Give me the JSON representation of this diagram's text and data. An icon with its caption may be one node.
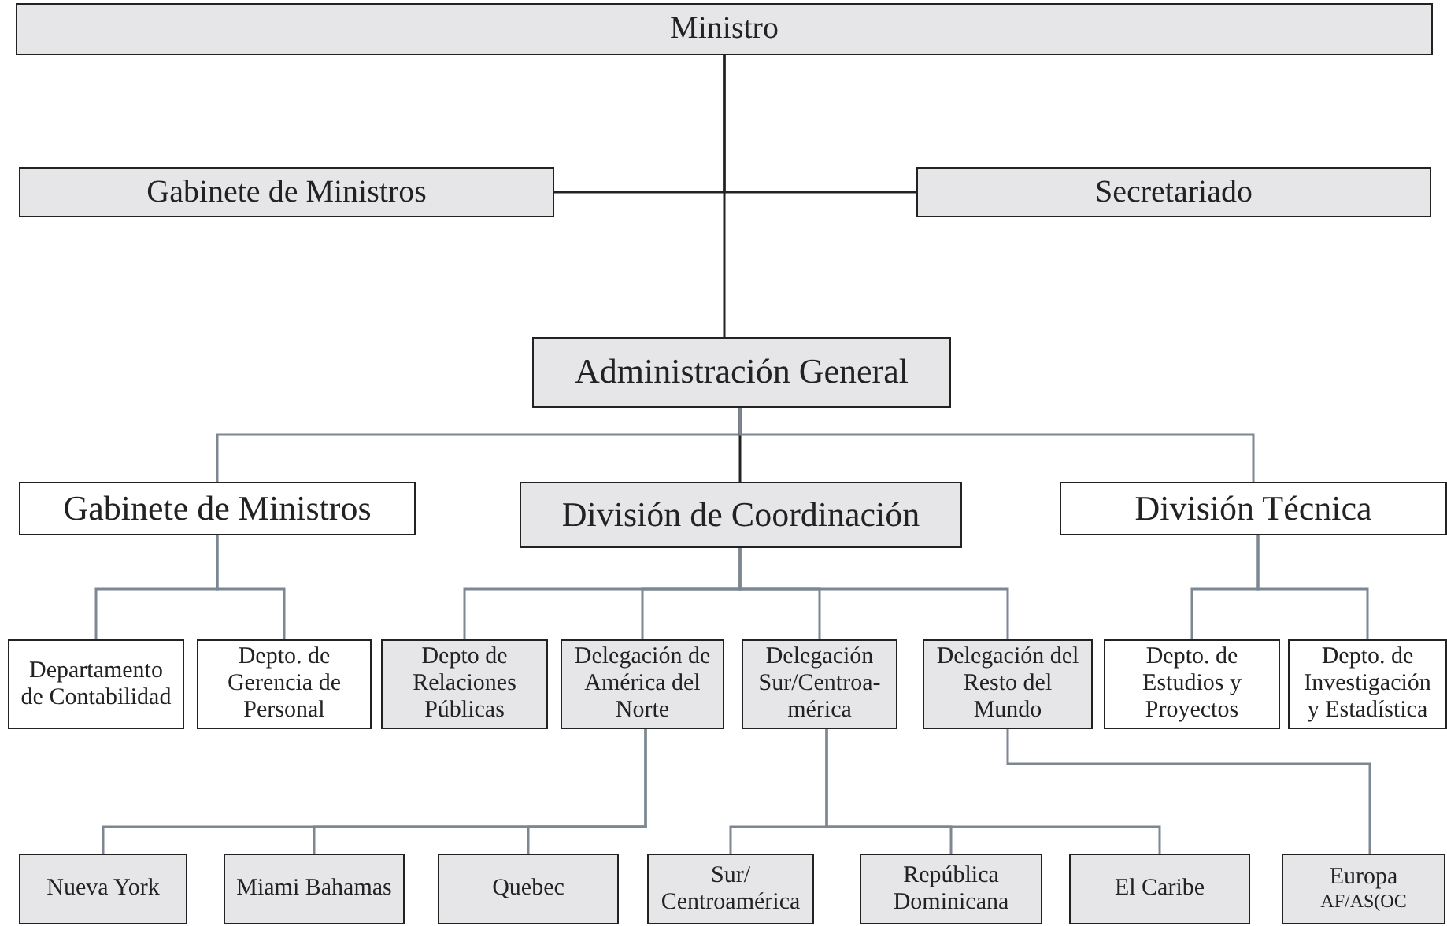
{
  "diagram": {
    "nodes": [
      {
        "text": [
          "Ministro"
        ]
      },
      {
        "text": [
          "Gabinete de Ministros"
        ]
      },
      {
        "text": [
          "Secretariado"
        ]
      },
      {
        "text": [
          "Administración General"
        ]
      },
      {
        "text": [
          "Gabinete de Ministros"
        ]
      },
      {
        "text": [
          "División de Coordinación"
        ]
      },
      {
        "text": [
          "División Técnica"
        ]
      },
      {
        "text": [
          "Departamento de Contabilidad"
        ]
      },
      {
        "text": [
          "Depto. de Gerencia de Personal"
        ]
      },
      {
        "text": [
          "Depto de Relaciones Públicas"
        ]
      },
      {
        "text": [
          "Delegación de América del Norte"
        ]
      },
      {
        "text": [
          "Delegación Sur/Centroa- mérica"
        ]
      },
      {
        "text": [
          "Delegación del Resto del Mundo"
        ]
      },
      {
        "text": [
          "Depto. de Estudios y Proyectos"
        ]
      },
      {
        "text": [
          "Depto. de Investigación y Estadística"
        ]
      },
      {
        "text": [
          "Nueva York"
        ]
      },
      {
        "text": [
          "Miami Bahamas"
        ]
      },
      {
        "text": [
          "Quebec"
        ]
      },
      {
        "text": [
          "Sur/ Centroamérica"
        ]
      },
      {
        "text": [
          "República Dominicana"
        ]
      },
      {
        "text": [
          "El Caribe"
        ]
      },
      {
        "text": [
          "Europa",
          "AF/AS(OC"
        ]
      }
    ],
    "edges": [
      {
        "from": 0,
        "to": 1,
        "arrow": "none",
        "color": "#222222"
      },
      {
        "from": 0,
        "to": 2,
        "arrow": "none",
        "color": "#222222"
      },
      {
        "from": 0,
        "to": 3,
        "arrow": "none",
        "color": "#222222"
      },
      {
        "from": 3,
        "to": 4,
        "arrow": "none"
      },
      {
        "from": 3,
        "to": 5,
        "arrow": "none",
        "color": "#222222"
      },
      {
        "from": 3,
        "to": 6,
        "arrow": "none"
      },
      {
        "from": 4,
        "to": 7,
        "arrow": "none"
      },
      {
        "from": 4,
        "to": 8,
        "arrow": "none"
      },
      {
        "from": 5,
        "to": 9,
        "arrow": "none"
      },
      {
        "from": 5,
        "to": 10,
        "arrow": "none"
      },
      {
        "from": 5,
        "to": 11,
        "arrow": "none"
      },
      {
        "from": 5,
        "to": 12,
        "arrow": "none"
      },
      {
        "from": 6,
        "to": 13,
        "arrow": "none"
      },
      {
        "from": 6,
        "to": 14,
        "arrow": "none"
      },
      {
        "from": 10,
        "to": 15,
        "arrow": "none"
      },
      {
        "from": 10,
        "to": 16,
        "arrow": "none"
      },
      {
        "from": 10,
        "to": 17,
        "arrow": "none"
      },
      {
        "from": 11,
        "to": 18,
        "arrow": "none"
      },
      {
        "from": 11,
        "to": 19,
        "arrow": "none"
      },
      {
        "from": 11,
        "to": 20,
        "arrow": "none"
      },
      {
        "from": 12,
        "to": 21,
        "arrow": "none"
      }
    ]
  }
}
